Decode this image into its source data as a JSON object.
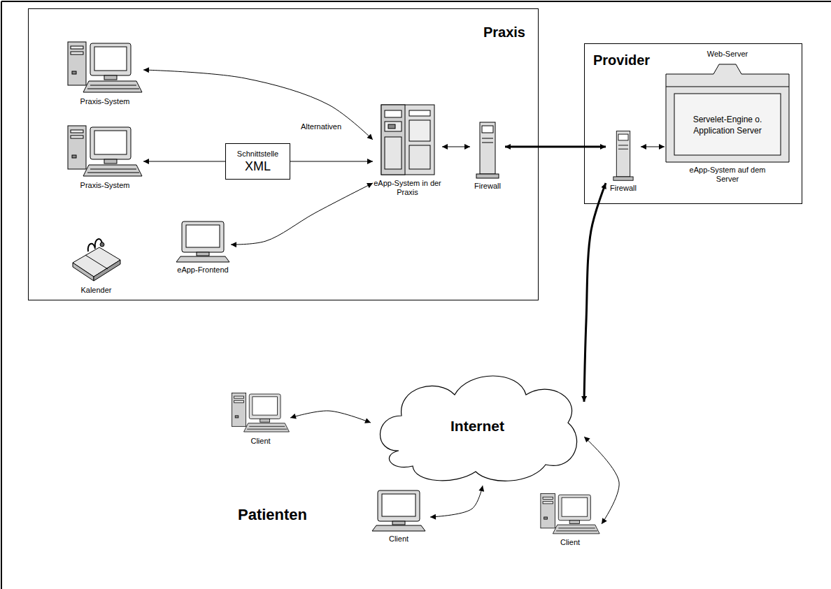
{
  "diagram": {
    "nodes": [
      {
        "text": [
          "Praxis"
        ]
      },
      {
        "text": [
          "Praxis-System"
        ],
        "in": 0
      },
      {
        "text": [
          "Praxis-System"
        ],
        "in": 0
      },
      {
        "text": [
          "Kalender"
        ],
        "in": 0
      },
      {
        "text": [
          "Schnittstelle",
          "XML"
        ],
        "in": 0
      },
      {
        "text": [
          "eApp-Frontend"
        ],
        "in": 0
      },
      {
        "text": [
          "eApp-System in der Praxis"
        ],
        "in": 0
      },
      {
        "text": [
          "Firewall"
        ],
        "in": 0
      },
      {
        "text": [
          "Provider"
        ]
      },
      {
        "text": [
          "Firewall"
        ],
        "in": 8
      },
      {
        "text": [
          "Web-Server",
          "Servelet-Engine o. Application Server",
          "eApp-System auf dem Server"
        ],
        "in": 8
      },
      {
        "text": [
          "Internet"
        ]
      },
      {
        "text": [
          "Client"
        ]
      },
      {
        "text": [
          "Client"
        ]
      },
      {
        "text": [
          "Client"
        ]
      }
    ],
    "edges": [
      {
        "from": 6,
        "to": 1,
        "arrow": "both"
      },
      {
        "from": 4,
        "to": 2,
        "arrow": "to"
      },
      {
        "from": 4,
        "to": 6,
        "arrow": "to"
      },
      {
        "from": 6,
        "to": 5,
        "arrow": "both"
      },
      {
        "from": 6,
        "to": 7,
        "arrow": "both"
      },
      {
        "from": 7,
        "to": 9,
        "arrow": "both"
      },
      {
        "from": 9,
        "to": 10,
        "arrow": "both"
      },
      {
        "from": 9,
        "to": 11,
        "arrow": "both"
      },
      {
        "from": 11,
        "to": 12,
        "arrow": "both"
      },
      {
        "from": 11,
        "to": 13,
        "arrow": "both"
      },
      {
        "from": 11,
        "to": 14,
        "arrow": "both"
      }
    ],
    "labels": [
      "Alternativen",
      "Patienten"
    ]
  }
}
